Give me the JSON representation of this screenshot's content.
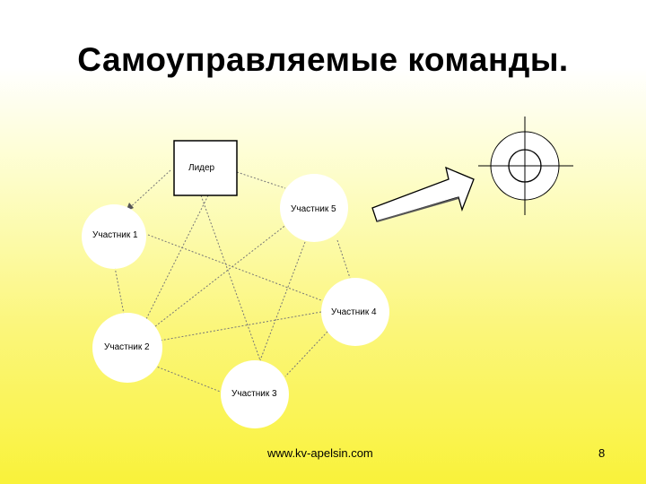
{
  "title": "Самоуправляемые команды.",
  "diagram": {
    "leader": "Лидер",
    "members": [
      "Участник 1",
      "Участник 2",
      "Участник 3",
      "Участник 4",
      "Участник 5"
    ]
  },
  "footer": {
    "url": "www.kv-apelsin.com",
    "page": "8"
  }
}
